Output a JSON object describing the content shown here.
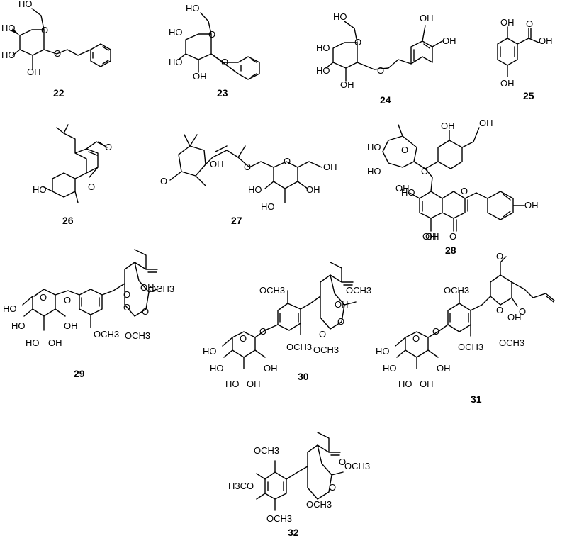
{
  "compounds": [
    {
      "number": "22",
      "atoms": [
        "HO",
        "HO",
        "HO",
        "OH",
        "O",
        "O"
      ]
    },
    {
      "number": "23",
      "atoms": [
        "HO",
        "HO",
        "HO",
        "OH",
        "O",
        "O"
      ]
    },
    {
      "number": "24",
      "atoms": [
        "HO",
        "HO",
        "HO",
        "OH",
        "O",
        "O",
        "OH",
        "OH"
      ]
    },
    {
      "number": "25",
      "atoms": [
        "OH",
        "O",
        "OH",
        "OH"
      ]
    },
    {
      "number": "26",
      "atoms": [
        "HO",
        "O",
        "O"
      ]
    },
    {
      "number": "27",
      "atoms": [
        "O",
        "OH",
        "O",
        "O",
        "OH",
        "HO",
        "HO",
        "OH"
      ]
    },
    {
      "number": "28",
      "atoms": [
        "HO",
        "HO",
        "OH",
        "O",
        "O",
        "OH",
        "OH",
        "OH",
        "HO",
        "O",
        "OH",
        "OH",
        "O"
      ]
    },
    {
      "number": "29",
      "atoms": [
        "HO",
        "O",
        "O",
        "HO",
        "HO",
        "OH",
        "OH",
        "O",
        "OH",
        "OCH3",
        "O",
        "O",
        "OCH3",
        "OCH3"
      ]
    },
    {
      "number": "30",
      "atoms": [
        "OCH3",
        "HO",
        "O",
        "O",
        "HO",
        "HO",
        "OH",
        "OH",
        "OCH3",
        "O",
        "OCH3",
        "OH",
        "O",
        "OCH3"
      ]
    },
    {
      "number": "31",
      "atoms": [
        "O",
        "OCH3",
        "HO",
        "O",
        "O",
        "HO",
        "HO",
        "OH",
        "OH",
        "OCH3",
        "O",
        "OH",
        "O",
        "OCH3"
      ]
    },
    {
      "number": "32",
      "atoms": [
        "OCH3",
        "H3CO",
        "OCH3",
        "O",
        "OCH3",
        "O",
        "OCH3"
      ]
    }
  ]
}
